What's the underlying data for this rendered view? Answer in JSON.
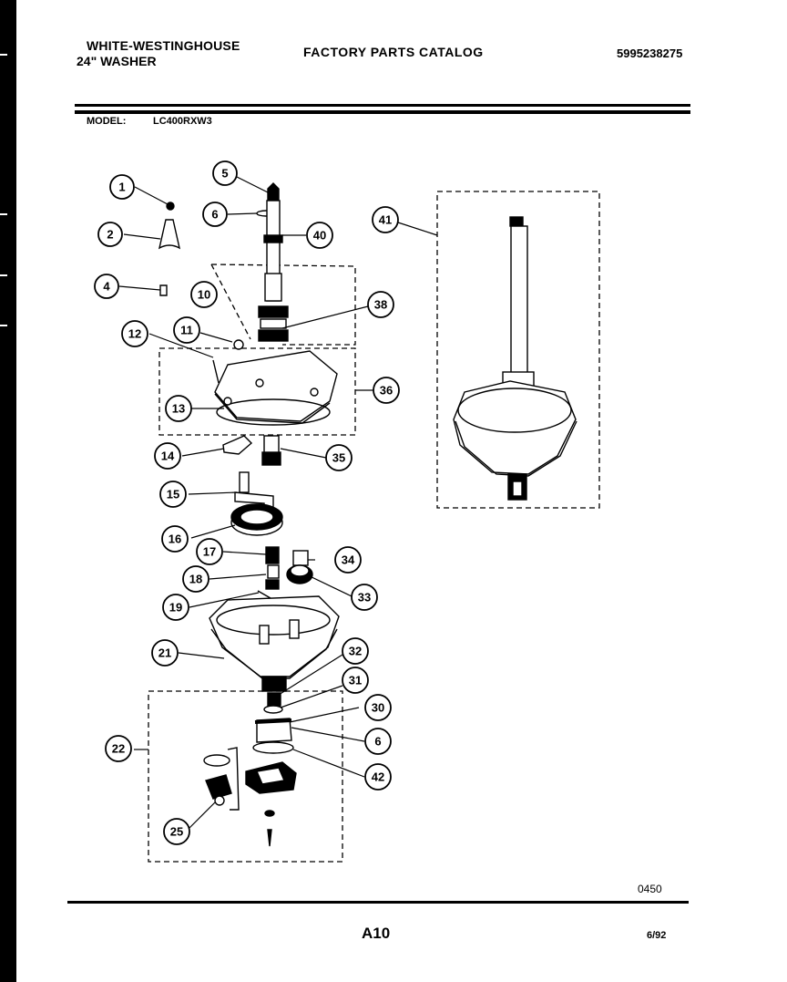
{
  "header": {
    "brand_line1": "WHITE-WESTINGHOUSE",
    "brand_line2": "24\" WASHER",
    "catalog_title": "FACTORY PARTS CATALOG",
    "catalog_number": "5995238275"
  },
  "model": {
    "label": "MODEL:",
    "value": "LC400RXW3"
  },
  "callouts": [
    "1",
    "2",
    "4",
    "5",
    "6",
    "40",
    "10",
    "11",
    "12",
    "38",
    "13",
    "36",
    "14",
    "35",
    "15",
    "16",
    "17",
    "34",
    "18",
    "33",
    "19",
    "21",
    "32",
    "31",
    "30",
    "6",
    "22",
    "42",
    "25",
    "41"
  ],
  "footer": {
    "diagram_code": "0450",
    "page_id": "A10",
    "date": "6/92"
  }
}
